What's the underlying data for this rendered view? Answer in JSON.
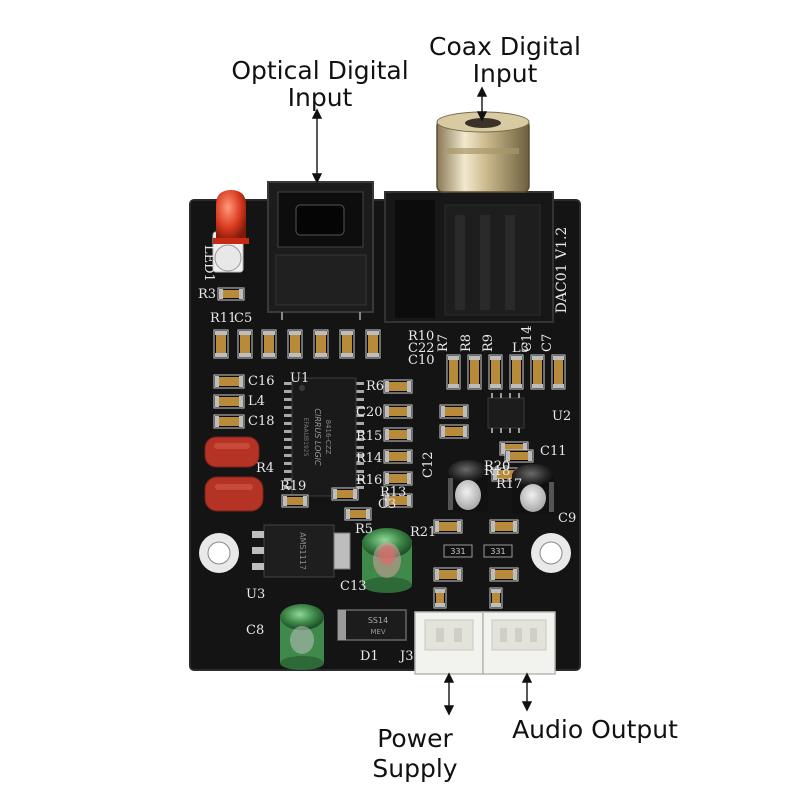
{
  "labels": {
    "optical": [
      "Optical Digital",
      "Input"
    ],
    "coax": [
      "Coax Digital",
      "Input"
    ],
    "power": [
      "Power",
      "Supply"
    ],
    "audio": [
      "Audio Output"
    ]
  },
  "board": {
    "model": "DAC01  V1.2",
    "chip_brand": "CIRRUS LOGIC",
    "chip_part": "8416-CZZ",
    "chip_lot": "EFAAUB1925",
    "regulator_marking": "AMS1117",
    "diode_marking": "SS14",
    "diode_lot": "MEV",
    "resistor_code_1": "331",
    "resistor_code_2": "331"
  },
  "silkscreen": [
    "LED1",
    "R3",
    "R11",
    "C5",
    "R10",
    "C22",
    "C10",
    "R7",
    "R8",
    "R9",
    "L3",
    "C14",
    "C7",
    "C16",
    "L4",
    "C18",
    "U1",
    "R6",
    "C20",
    "R15",
    "R14",
    "R16",
    "C12",
    "R13",
    "C3",
    "R4",
    "R19",
    "R5",
    "R18",
    "R20",
    "C11",
    "R17",
    "C9",
    "U2",
    "R21",
    "C13",
    "U3",
    "C8",
    "D1",
    "J3"
  ],
  "colors": {
    "pcb": "#141414",
    "silk": "#e8e8e8",
    "led": "#d93a1f",
    "capacitor": "#3f8a4a",
    "fuse": "#b53324",
    "connector": "#f2f2ee"
  }
}
